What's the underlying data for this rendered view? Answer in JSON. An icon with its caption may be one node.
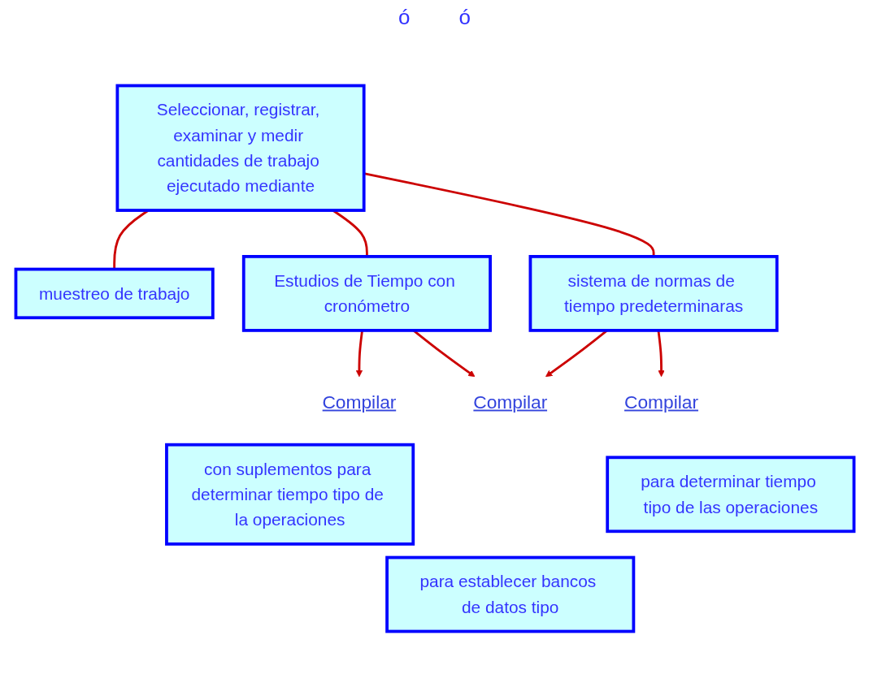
{
  "diagram": {
    "nodes": [
      {
        "text": [
          "Seleccionar, registrar, examinar y medir cantidades de trabajo ejecutado mediante"
        ]
      },
      {
        "text": [
          "muestreo de trabajo"
        ]
      },
      {
        "text": [
          "Estudios de Tiempo con cronómetro"
        ]
      },
      {
        "text": [
          "sistema de normas de tiempo predeterminaras"
        ]
      },
      {
        "text": [
          "Compilar"
        ]
      },
      {
        "text": [
          "Compilar"
        ]
      },
      {
        "text": [
          "con suplementos para determinar tiempo tipo de la operaciones"
        ]
      },
      {
        "text": [
          "Compilar"
        ]
      },
      {
        "text": [
          "para determinar tiempo tipo de las operaciones"
        ]
      },
      {
        "text": [
          "para establecer bancos de datos tipo"
        ]
      }
    ],
    "edges": [
      {
        "from": 0,
        "to": 1,
        "arrow": "none"
      },
      {
        "from": 0,
        "to": 2,
        "arrow": "none"
      },
      {
        "from": 0,
        "to": 3,
        "arrow": "none"
      },
      {
        "from": 2,
        "to": 4,
        "arrow": "to"
      },
      {
        "from": 2,
        "to": 7,
        "arrow": "to"
      },
      {
        "from": 3,
        "to": 7,
        "arrow": "to"
      },
      {
        "from": 3,
        "to": 5,
        "arrow": "to"
      }
    ],
    "labels": [
      "ó",
      "ó"
    ]
  }
}
